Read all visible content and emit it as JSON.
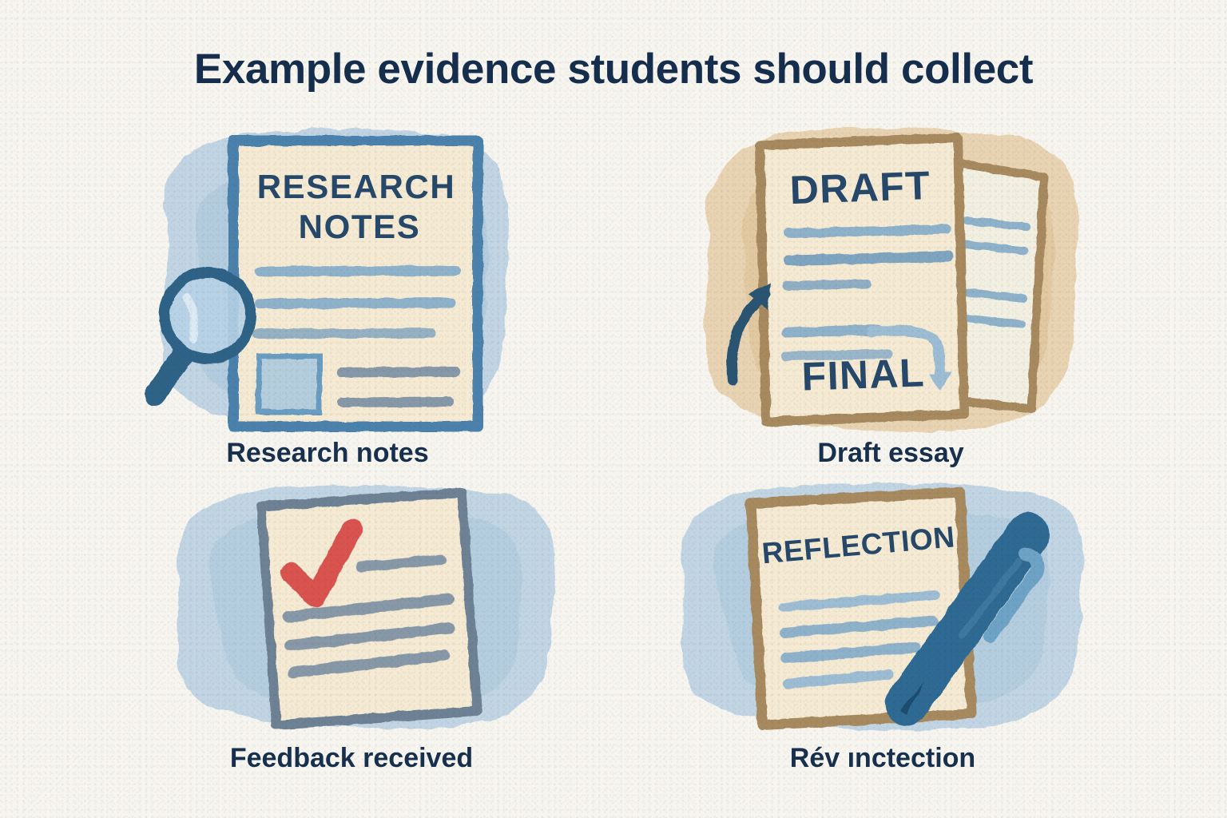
{
  "page": {
    "title": "Example evidence students should collect",
    "background_color": "#f7f5f0",
    "title_color": "#152e4d",
    "caption_color": "#17304e"
  },
  "palette": {
    "paper_cream": "#f5ead3",
    "blue_blob": "#bcd3e3",
    "blue_blob_deep": "#a8c6dd",
    "tan_blob": "#e7d2b0",
    "tan_blob_deep": "#dcbf94",
    "document_blue_border": "#4b82ad",
    "document_tan_border": "#a78a5f",
    "document_gray_border": "#6e8296",
    "text_line_blue": "#8fb2cb",
    "text_line_gray": "#8798a8",
    "heading_navy": "#26486a",
    "magnifier_navy": "#2f6487",
    "check_red": "#d9534f",
    "pen_blue": "#2e6a93",
    "arrow_navy": "#2b5472",
    "arrow_light": "#9dbdd4"
  },
  "panels": [
    {
      "id": "research",
      "caption": "Research notes",
      "blob_color": "#bcd3e3",
      "document": {
        "border_color": "#4b82ad",
        "fill_color": "#f5ead3",
        "heading_lines": [
          "RESEARCH",
          "NOTES"
        ],
        "body_line_count": 3,
        "has_image_box": true,
        "box_caption_line_count": 2
      },
      "icons": [
        "magnifier-icon"
      ]
    },
    {
      "id": "draft",
      "caption": "Draft essay",
      "blob_color": "#e7d2b0",
      "document": {
        "border_color": "#a78a5f",
        "fill_color": "#f5ead3",
        "heading_top": "DRAFT",
        "heading_bottom": "FINAL",
        "body_line_count": 5,
        "back_page_line_count": 4
      },
      "icons": [
        "arrow-up-icon",
        "arrow-right-icon",
        "back-page-icon"
      ]
    },
    {
      "id": "feedback",
      "caption": "Feedback received",
      "blob_color": "#bcd3e3",
      "document": {
        "border_color": "#6e8296",
        "fill_color": "#f5ead3",
        "rotation_deg": -4,
        "body_line_count": 4
      },
      "icons": [
        "checkmark-icon"
      ]
    },
    {
      "id": "reflection",
      "caption": "Rév ınctection",
      "blob_color": "#bcd3e3",
      "document": {
        "border_color": "#a78a5f",
        "fill_color": "#f5ead3",
        "rotation_deg": -3,
        "heading": "REFLECTION",
        "body_line_count": 4
      },
      "icons": [
        "pen-icon"
      ]
    }
  ]
}
